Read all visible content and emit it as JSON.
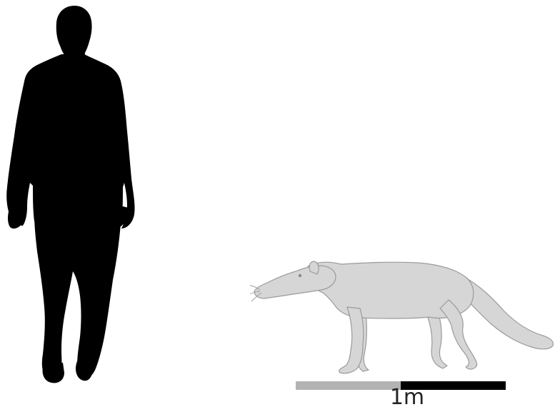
{
  "figure": {
    "type": "size-comparison",
    "colors": {
      "background": "#ffffff",
      "human_silhouette": "#000000",
      "animal_fill": "#d6d6d6",
      "animal_outline": "#9a9a9a",
      "scale_bar_light": "#b3b3b3",
      "scale_bar_dark": "#000000",
      "label_text": "#222222"
    },
    "icons": {
      "human": "human-silhouette-icon",
      "animal": "quadruped-mammal-icon"
    }
  },
  "scale_bar": {
    "label": "1m",
    "segments": 2
  }
}
